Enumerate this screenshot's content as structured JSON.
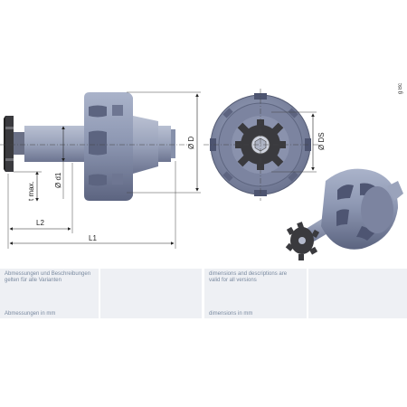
{
  "labels": {
    "D": "Ø D",
    "DS": "Ø DS",
    "d1": "Ø d1",
    "t_max": "t max.",
    "L1": "L1",
    "L2": "L2"
  },
  "corner_code": "g Bc",
  "info": {
    "de_note": "Abmessungen und Beschreibungen gelten für alle Varianten",
    "de_units": "Abmessungen in mm",
    "en_note": "dimensions and descriptions are valid for all versions",
    "en_units": "dimensions in mm"
  },
  "colors": {
    "body": "#8f9ab5",
    "body_dark": "#5e6680",
    "shank": "#9aa3bb",
    "cutter": "#3a3a3e",
    "panel": "#eef0f4"
  }
}
